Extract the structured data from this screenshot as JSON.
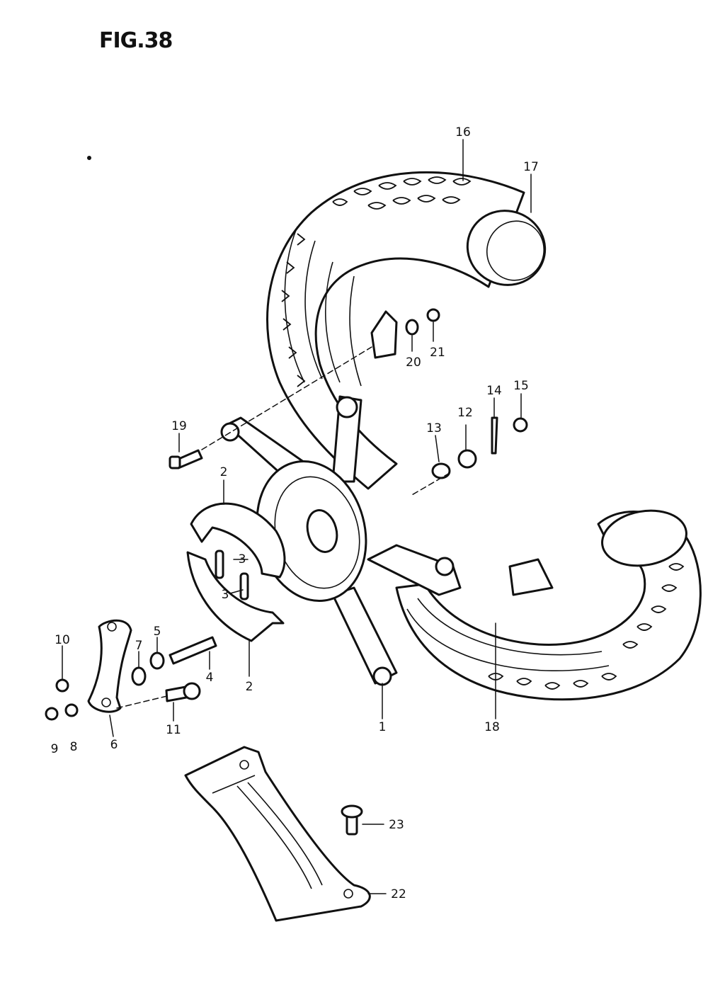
{
  "figure": {
    "title": "FIG.38"
  },
  "callouts": [
    "1",
    "2",
    "2",
    "3",
    "3",
    "4",
    "5",
    "6",
    "7",
    "8",
    "9",
    "10",
    "11",
    "12",
    "13",
    "14",
    "15",
    "16",
    "17",
    "18",
    "19",
    "20",
    "21",
    "22",
    "23"
  ]
}
